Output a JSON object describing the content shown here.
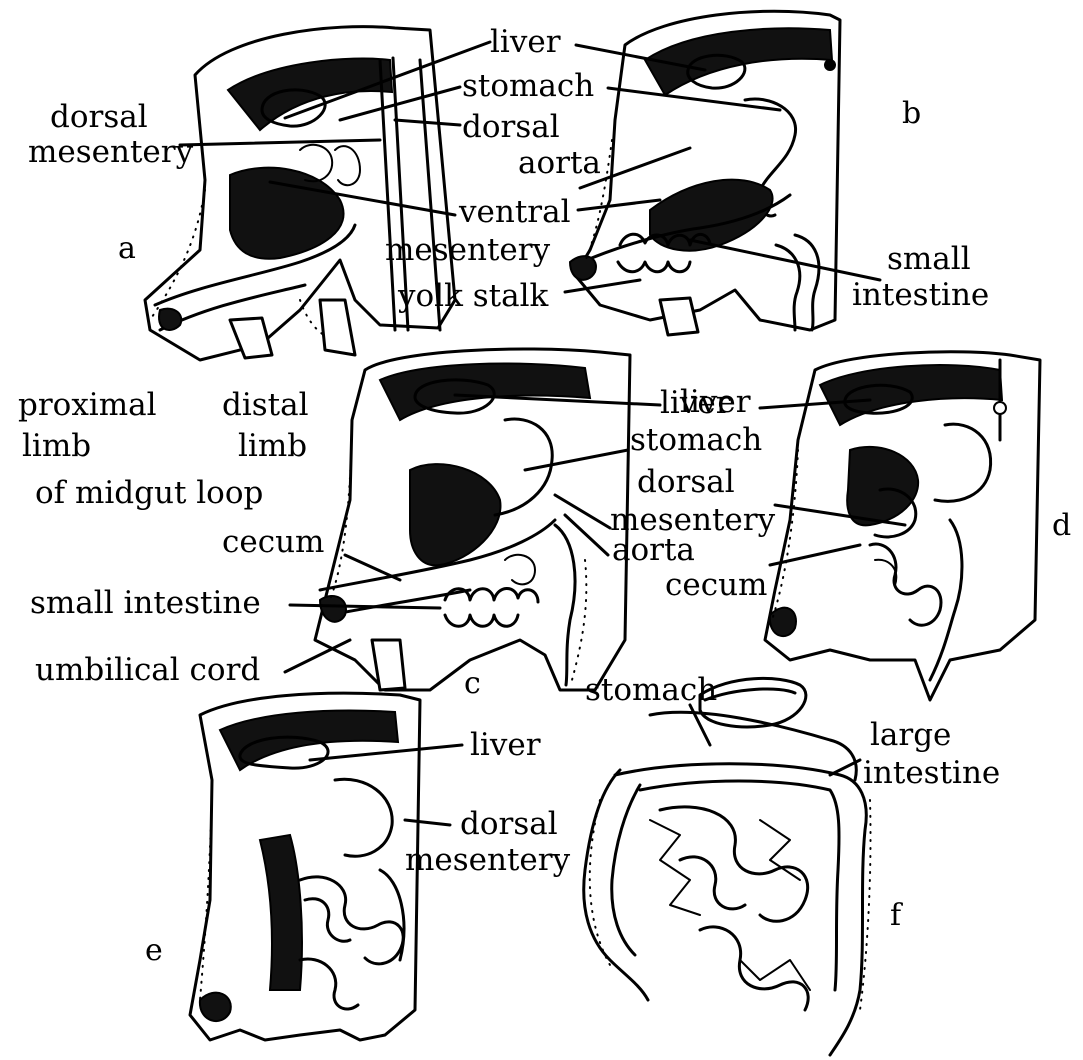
{
  "panels": [
    {
      "id": "a",
      "letter": "a"
    },
    {
      "id": "b",
      "letter": "b"
    },
    {
      "id": "c",
      "letter": "c"
    },
    {
      "id": "d",
      "letter": "d"
    },
    {
      "id": "e",
      "letter": "e"
    },
    {
      "id": "f",
      "letter": "f"
    }
  ],
  "labels": {
    "ab": {
      "liver": "liver",
      "stomach": "stomach",
      "dorsal_mesentery_line1": "dorsal",
      "dorsal_mesentery_line2": "mesentery",
      "dorsal_aorta_line1": "dorsal",
      "dorsal_aorta_line2": "aorta",
      "ventral_mesentery_line1": "ventral",
      "ventral_mesentery_line2": "mesentery",
      "yolk_stalk": "yolk stalk",
      "small_intestine_line1": "small",
      "small_intestine_line2": "intestine"
    },
    "c": {
      "proximal_line1": "proximal",
      "proximal_line2": "limb",
      "distal_line1": "distal",
      "distal_line2": "limb",
      "midgut_loop": "of midgut loop",
      "liver": "liver",
      "stomach": "stomach",
      "dorsal_mesentery_line1": "dorsal",
      "dorsal_mesentery_line2": "mesentery",
      "aorta": "aorta",
      "cecum": "cecum",
      "small_intestine": "small intestine",
      "umbilical_cord": "umbilical cord"
    },
    "d": {
      "liver": "liver",
      "cecum": "cecum"
    },
    "e": {
      "liver": "liver",
      "dorsal_mesentery_line1": "dorsal",
      "dorsal_mesentery_line2": "mesentery"
    },
    "f": {
      "stomach": "stomach",
      "large_intestine_line1": "large",
      "large_intestine_line2": "intestine"
    }
  }
}
